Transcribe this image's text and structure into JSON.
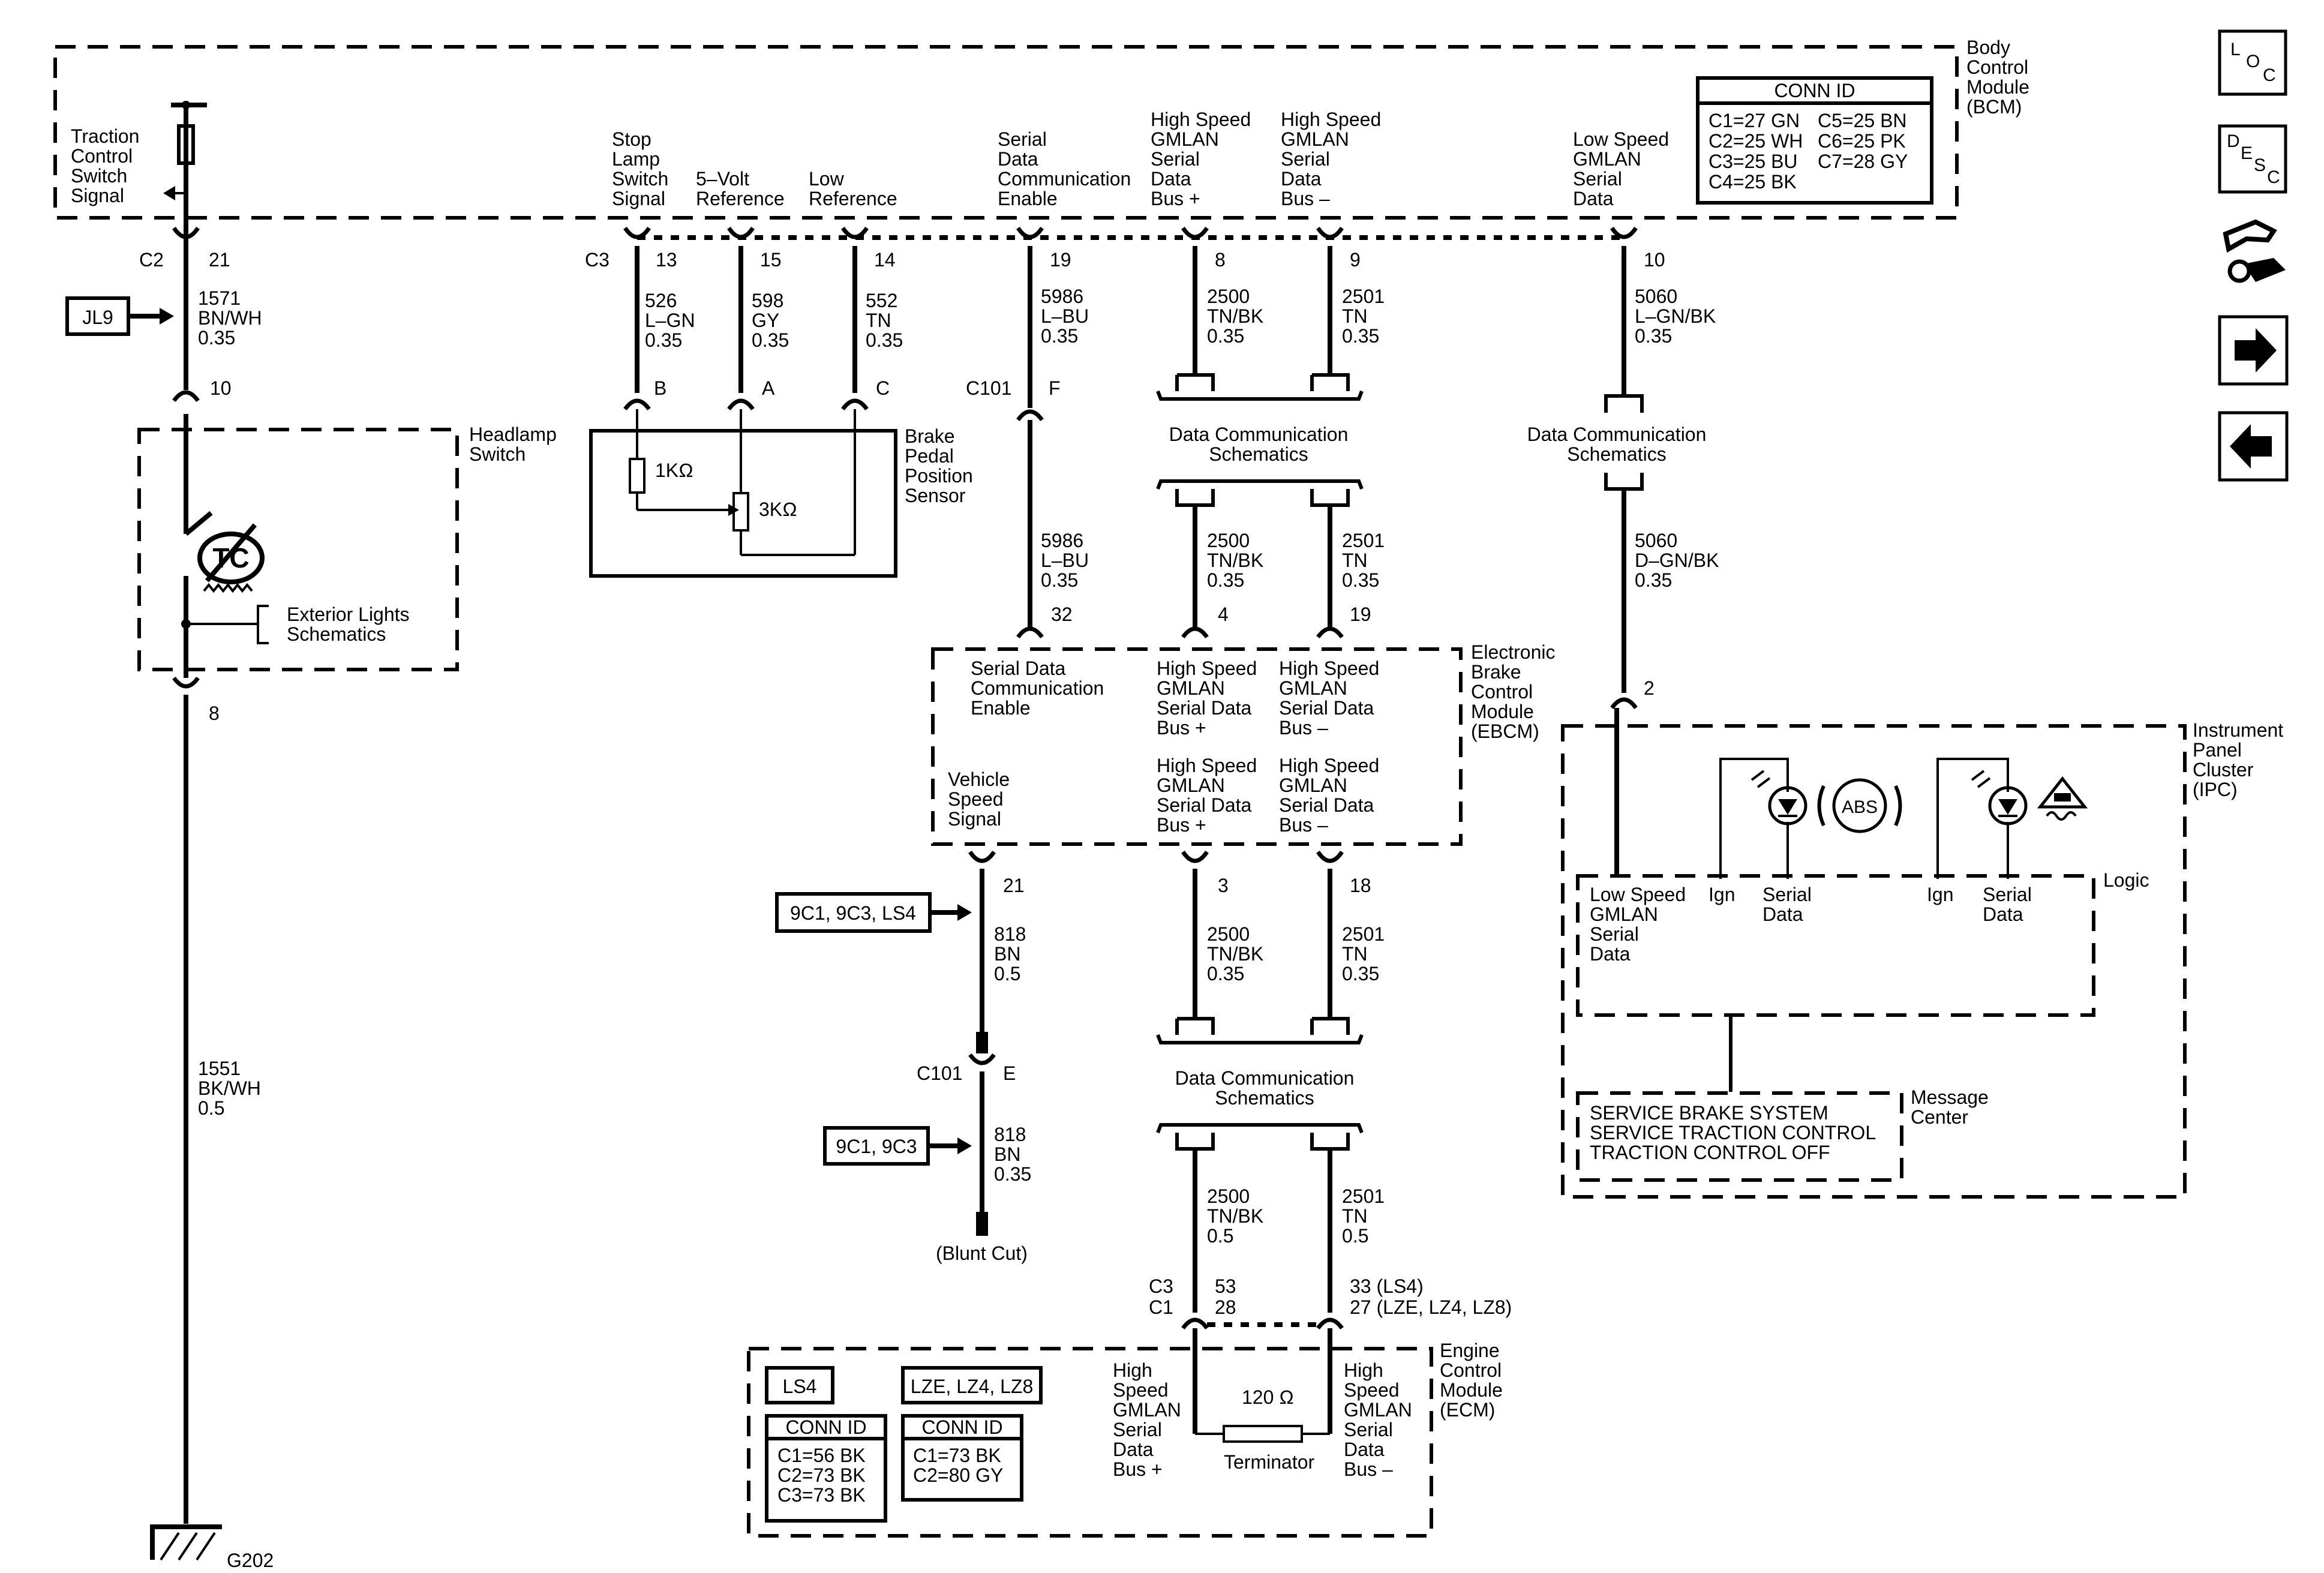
{
  "bcm": {
    "title": [
      "Body",
      "Control",
      "Module",
      "(BCM)"
    ],
    "conn_id": {
      "header": "CONN ID",
      "rows": [
        [
          "C1=27 GN",
          "C5=25 BN"
        ],
        [
          "C2=25 WH",
          "C6=25 PK"
        ],
        [
          "C3=25 BU",
          "C7=28 GY"
        ],
        [
          "C4=25 BK",
          ""
        ]
      ]
    },
    "labels": {
      "traction": [
        "Traction",
        "Control",
        "Switch",
        "Signal"
      ],
      "stop_lamp": [
        "Stop",
        "Lamp",
        "Switch",
        "Signal"
      ],
      "five_volt": [
        "5–Volt",
        "Reference"
      ],
      "low_ref": [
        "Low",
        "Reference"
      ],
      "serial_enable": [
        "Serial",
        "Data",
        "Communication",
        "Enable"
      ],
      "hs_plus": [
        "High Speed",
        "GMLAN",
        "Serial",
        "Data",
        "Bus +"
      ],
      "hs_minus": [
        "High Speed",
        "GMLAN",
        "Serial",
        "Data",
        "Bus –"
      ],
      "ls_gmlan": [
        "Low Speed",
        "GMLAN",
        "Serial",
        "Data"
      ]
    }
  },
  "pins": {
    "c2": "C2",
    "c2_21": "21",
    "c3": "C3",
    "p13": "13",
    "p15": "15",
    "p14": "14",
    "p19": "19",
    "p8": "8",
    "p9": "9",
    "p10": "10"
  },
  "wires": {
    "w1571": [
      "1571",
      "BN/WH",
      "0.35"
    ],
    "w526": [
      "526",
      "L–GN",
      "0.35"
    ],
    "w598": [
      "598",
      "GY",
      "0.35"
    ],
    "w552": [
      "552",
      "TN",
      "0.35"
    ],
    "w5986a": [
      "5986",
      "L–BU",
      "0.35"
    ],
    "w2500a": [
      "2500",
      "TN/BK",
      "0.35"
    ],
    "w2501a": [
      "2501",
      "TN",
      "0.35"
    ],
    "w5060a": [
      "5060",
      "L–GN/BK",
      "0.35"
    ],
    "w5986b": [
      "5986",
      "L–BU",
      "0.35"
    ],
    "w2500b": [
      "2500",
      "TN/BK",
      "0.35"
    ],
    "w2501b": [
      "2501",
      "TN",
      "0.35"
    ],
    "w5060b": [
      "5060",
      "D–GN/BK",
      "0.35"
    ],
    "w1551": [
      "1551",
      "BK/WH",
      "0.5"
    ],
    "w818a": [
      "818",
      "BN",
      "0.5"
    ],
    "w2500c": [
      "2500",
      "TN/BK",
      "0.35"
    ],
    "w2501c": [
      "2501",
      "TN",
      "0.35"
    ],
    "w818b": [
      "818",
      "BN",
      "0.35"
    ],
    "w2500d": [
      "2500",
      "TN/BK",
      "0.5"
    ],
    "w2501d": [
      "2501",
      "TN",
      "0.5"
    ]
  },
  "refs": {
    "jl9": "JL9",
    "nine_c_a": "9C1, 9C3, LS4",
    "nine_c_b": "9C1, 9C3",
    "ext_lights": [
      "Exterior Lights",
      "Schematics"
    ],
    "data_comm": [
      "Data Communication",
      "Schematics"
    ],
    "blunt_cut": "(Blunt Cut)",
    "g202": "G202"
  },
  "headlamp": {
    "title": [
      "Headlamp",
      "Switch"
    ],
    "pin_top": "10",
    "pin_bottom": "8",
    "tc_symbol": "TC"
  },
  "bpp": {
    "title": [
      "Brake",
      "Pedal",
      "Position",
      "Sensor"
    ],
    "pins": [
      "B",
      "A",
      "C"
    ],
    "r1": "1KΩ",
    "r2": "3KΩ"
  },
  "c101": {
    "label": "C101",
    "pin_f": "F",
    "pin_e": "E"
  },
  "ebcm": {
    "title": [
      "Electronic",
      "Brake",
      "Control",
      "Module",
      "(EBCM)"
    ],
    "pins_top": [
      "32",
      "4",
      "19"
    ],
    "pins_bottom": [
      "21",
      "3",
      "18"
    ],
    "serial_enable": [
      "Serial Data",
      "Communication",
      "Enable"
    ],
    "hs_plus": [
      "High Speed",
      "GMLAN",
      "Serial Data",
      "Bus +"
    ],
    "hs_minus": [
      "High Speed",
      "GMLAN",
      "Serial Data",
      "Bus –"
    ],
    "vss": [
      "Vehicle",
      "Speed",
      "Signal"
    ]
  },
  "ipc": {
    "title": [
      "Instrument",
      "Panel",
      "Cluster",
      "(IPC)"
    ],
    "pin": "2",
    "logic": "Logic",
    "ls_gmlan": [
      "Low Speed",
      "GMLAN",
      "Serial",
      "Data"
    ],
    "ign": "Ign",
    "serial": [
      "Serial",
      "Data"
    ],
    "abs": "ABS",
    "msg_title": [
      "Message",
      "Center"
    ],
    "messages": [
      "SERVICE BRAKE SYSTEM",
      "SERVICE TRACTION CONTROL",
      "TRACTION CONTROL OFF"
    ]
  },
  "ecm": {
    "title": [
      "Engine",
      "Control",
      "Module",
      "(ECM)"
    ],
    "c3": "C3",
    "c1": "C1",
    "pin53": "53",
    "pin28": "28",
    "pin33": "33 (LS4)",
    "pin27": "27 (LZE, LZ4, LZ8)",
    "hs_plus": [
      "High",
      "Speed",
      "GMLAN",
      "Serial",
      "Data",
      "Bus +"
    ],
    "hs_minus": [
      "High",
      "Speed",
      "GMLAN",
      "Serial",
      "Data",
      "Bus –"
    ],
    "res": "120 Ω",
    "terminator": "Terminator",
    "ls4": "LS4",
    "lze": "LZE, LZ4, LZ8",
    "conn_a": {
      "header": "CONN ID",
      "rows": [
        "C1=56 BK",
        "C2=73 BK",
        "C3=73 BK"
      ]
    },
    "conn_b": {
      "header": "CONN ID",
      "rows": [
        "C1=73 BK",
        "C2=80 GY"
      ]
    }
  },
  "nav": {
    "loc": [
      "L",
      "O",
      "C"
    ],
    "desc": [
      "D",
      "E",
      "S",
      "C"
    ]
  }
}
